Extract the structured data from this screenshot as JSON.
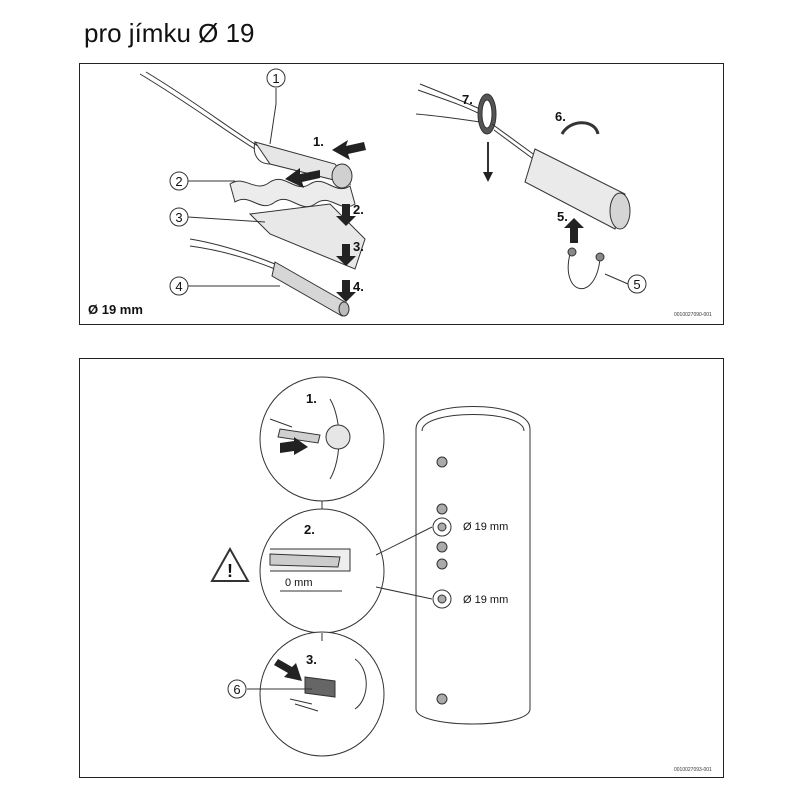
{
  "heading": "pro jímku Ø 19",
  "top_panel": {
    "diameter_label": "Ø 19 mm",
    "callouts": [
      "1",
      "2",
      "3",
      "4",
      "5"
    ],
    "steps_left": [
      "1.",
      "2.",
      "3.",
      "4."
    ],
    "steps_right": [
      "5.",
      "6.",
      "7."
    ],
    "doc_code": "0010027090-001"
  },
  "bottom_panel": {
    "steps": [
      "1.",
      "2.",
      "3."
    ],
    "dimension_text": "0 mm",
    "sensor_labels": [
      "Ø 19 mm",
      "Ø 19 mm"
    ],
    "callout": "6",
    "doc_code": "0010027093-001"
  },
  "icons": {
    "warning": "warning-triangle-icon"
  }
}
